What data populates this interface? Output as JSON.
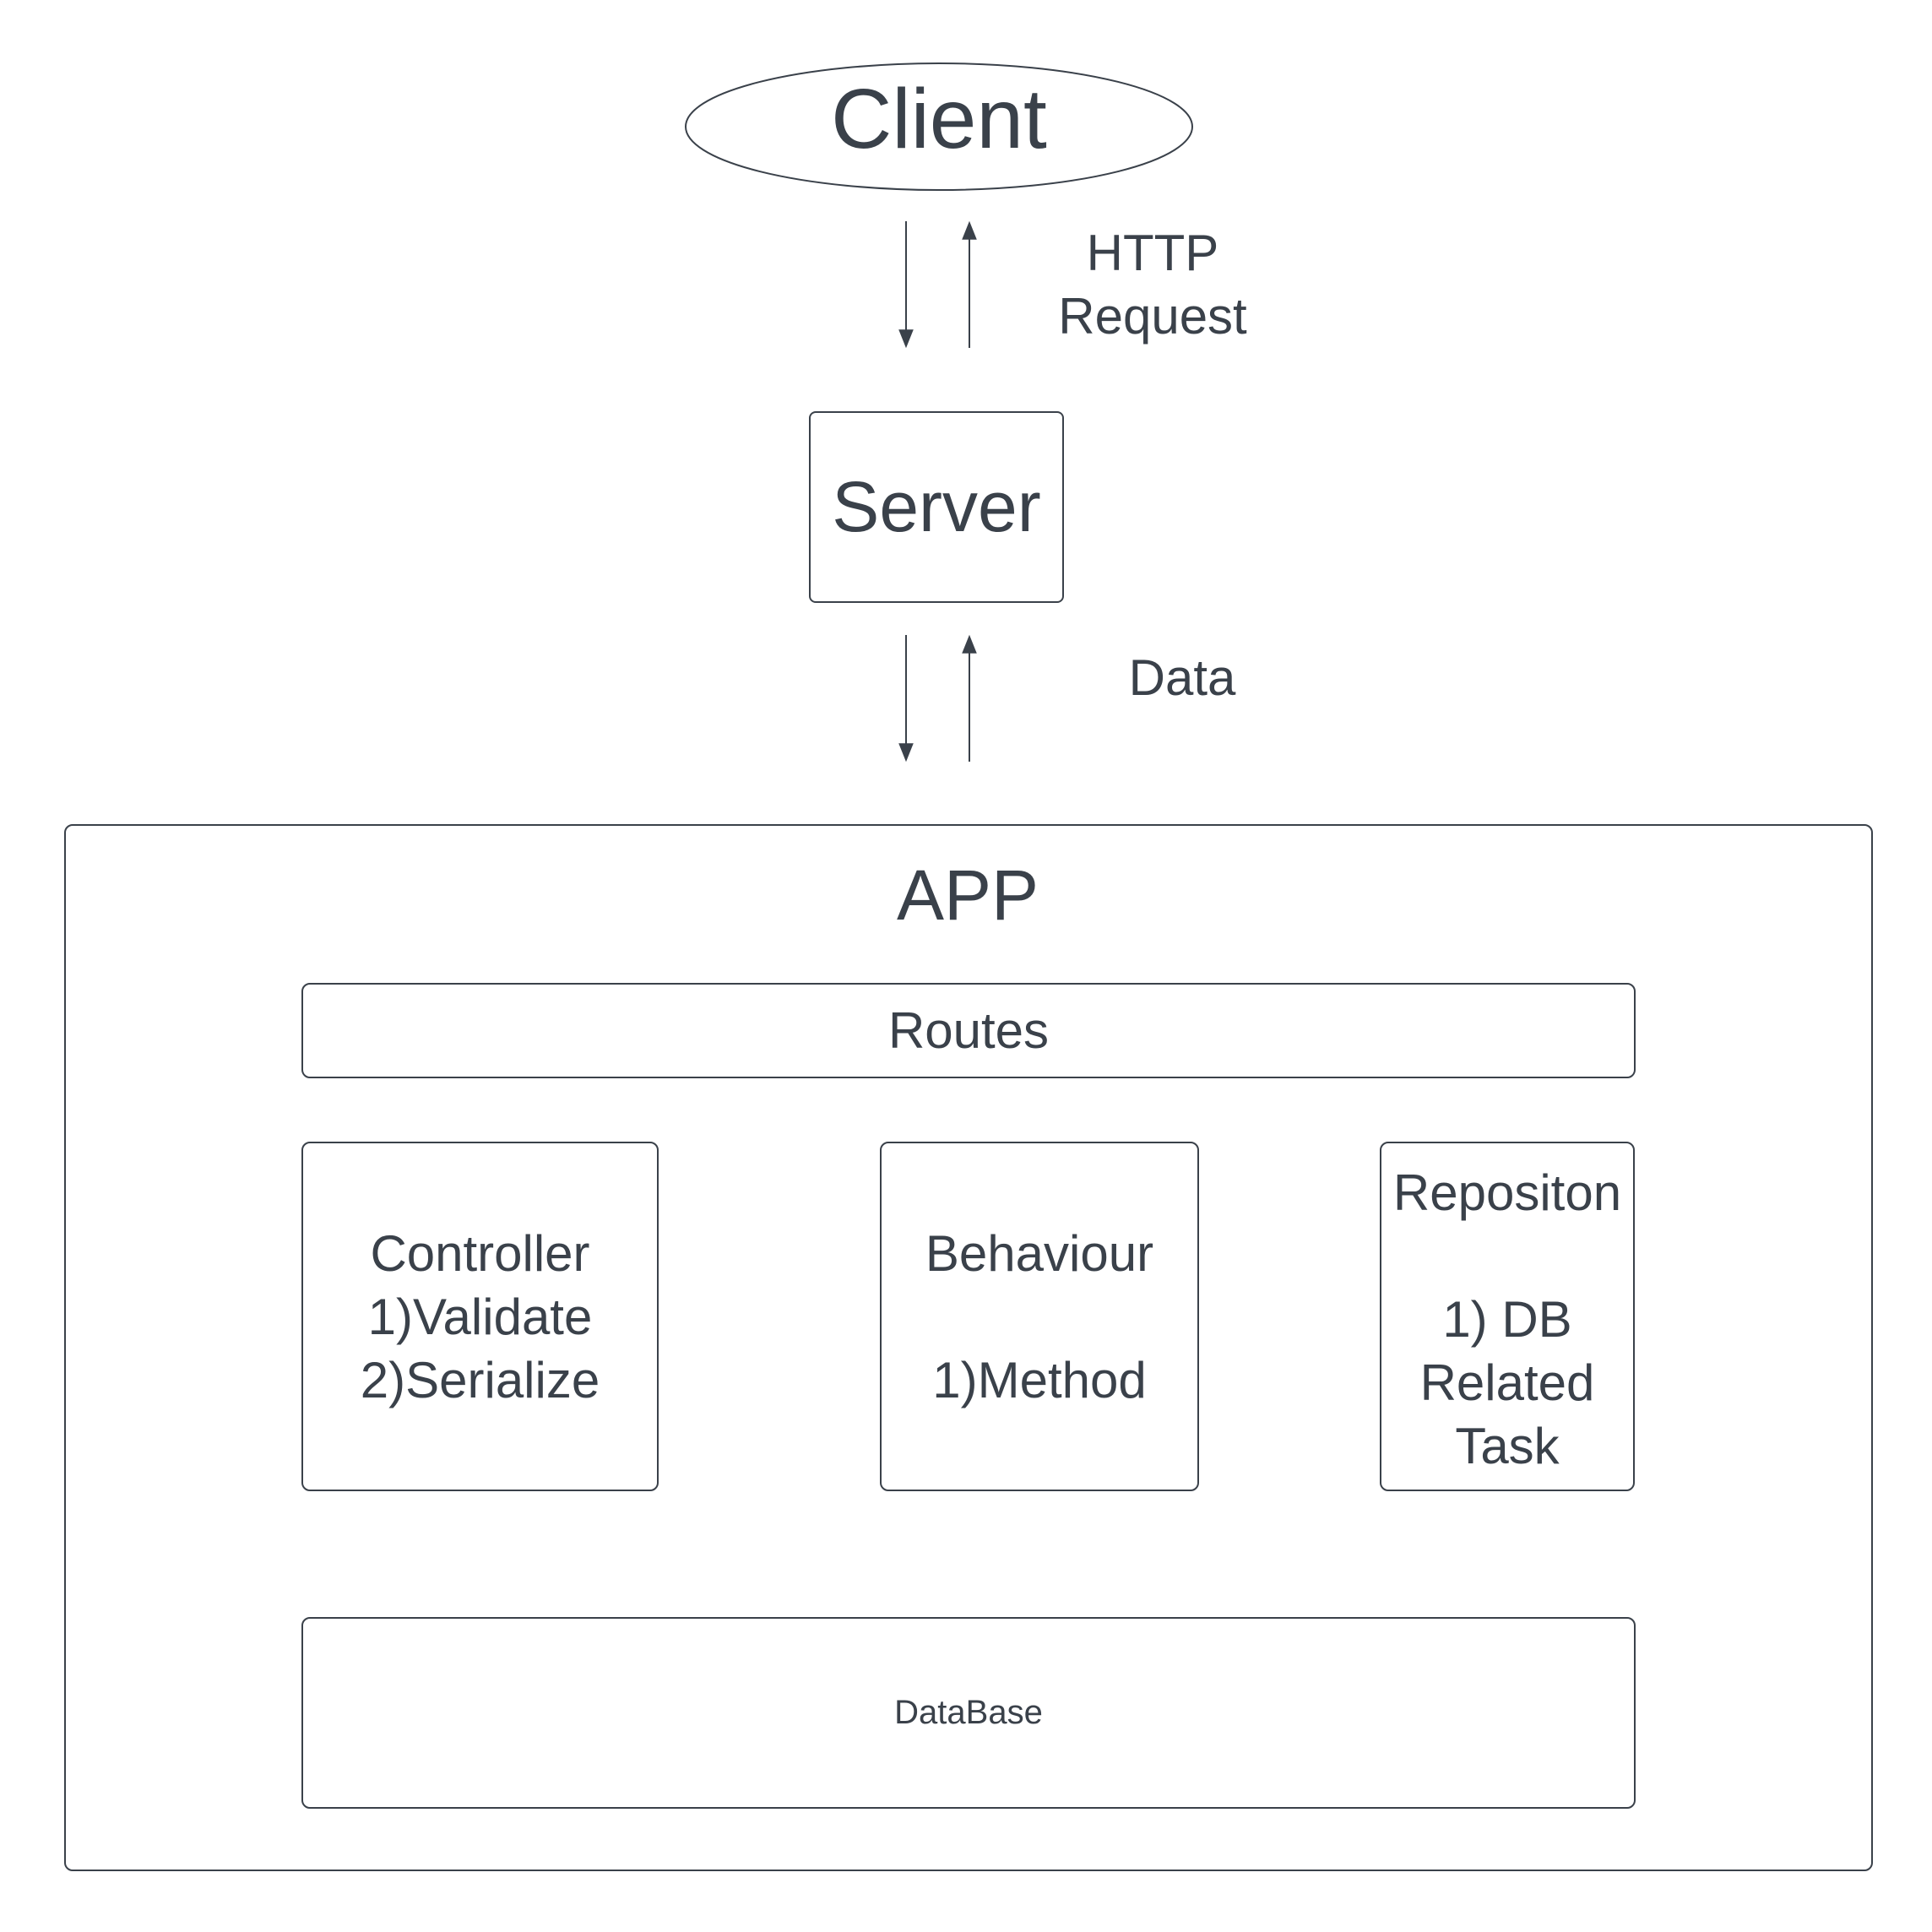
{
  "nodes": {
    "client": "Client",
    "server": "Server",
    "app": "APP",
    "routes": "Routes",
    "controller": "Controller\n1)Validate\n2)Serialize",
    "behaviour": "Behaviour\n\n1)Method",
    "repository": "Repositon\n\n1) DB\nRelated\nTask",
    "database": "DataBase"
  },
  "edge_labels": {
    "client_server": "HTTP\nRequest",
    "server_app": "Data"
  },
  "colors": {
    "stroke": "#3a414a",
    "text": "#3a414a",
    "background": "#ffffff"
  }
}
